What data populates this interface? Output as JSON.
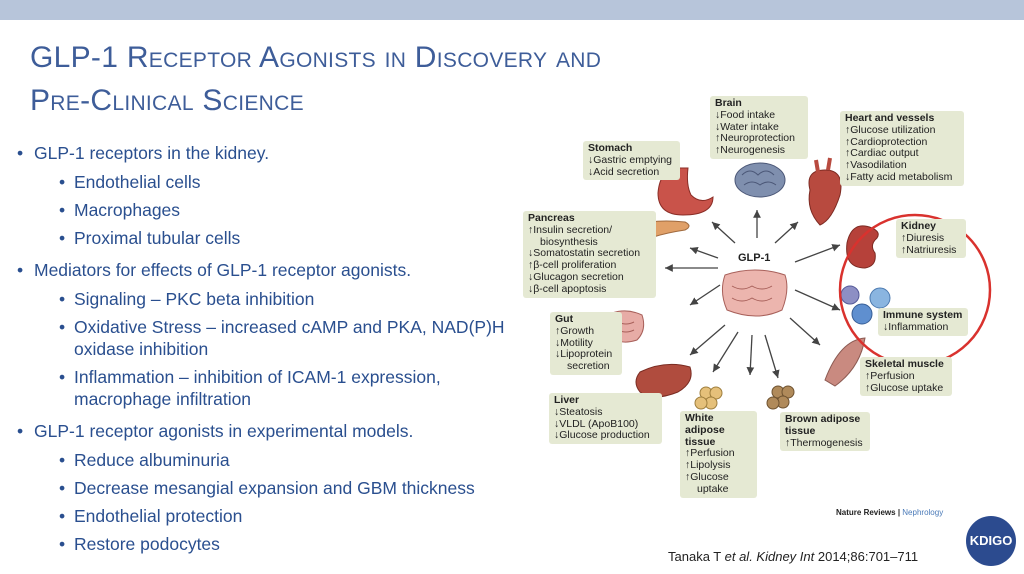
{
  "slide": {
    "title_line1": "GLP-1 Receptor Agonists in Discovery and",
    "title_line2": "Pre-Clinical Science"
  },
  "bullets": [
    {
      "text": "GLP-1 receptors in the kidney.",
      "sub": [
        "Endothelial cells",
        "Macrophages",
        "Proximal tubular cells"
      ]
    },
    {
      "text": "Mediators for effects of GLP-1 receptor agonists.",
      "sub": [
        "Signaling – PKC beta inhibition",
        "Oxidative Stress – increased cAMP and PKA, NAD(P)H oxidase inhibition",
        "Inflammation – inhibition of ICAM-1 expression, macrophage infiltration"
      ]
    },
    {
      "text": "GLP-1 receptor agonists in experimental models.",
      "sub": [
        "Reduce albuminuria",
        "Decrease mesangial expansion and GBM thickness",
        "Endothelial protection",
        "Restore podocytes"
      ]
    }
  ],
  "diagram": {
    "center_label": "GLP-1",
    "organs": {
      "brain": {
        "title": "Brain",
        "lines": [
          "↓Food intake",
          "↓Water intake",
          "↑Neuroprotection",
          "↑Neurogenesis"
        ]
      },
      "heart": {
        "title": "Heart and vessels",
        "lines": [
          "↑Glucose utilization",
          "↑Cardioprotection",
          "↑Cardiac output",
          "↑Vasodilation",
          "↓Fatty acid metabolism"
        ]
      },
      "stomach": {
        "title": "Stomach",
        "lines": [
          "↓Gastric emptying",
          "↓Acid secretion"
        ]
      },
      "pancreas": {
        "title": "Pancreas",
        "lines": [
          "↑Insulin secretion/",
          "  biosynthesis",
          "↓Somatostatin secretion",
          "↑β-cell proliferation",
          "↓Glucagon secretion",
          "↓β-cell apoptosis"
        ]
      },
      "kidney": {
        "title": "Kidney",
        "lines": [
          "↑Diuresis",
          "↑Natriuresis"
        ]
      },
      "immune": {
        "title": "Immune system",
        "lines": [
          "↓Inflammation"
        ]
      },
      "gut": {
        "title": "Gut",
        "lines": [
          "↑Growth",
          "↓Motility",
          "↓Lipoprotein",
          "  secretion"
        ]
      },
      "skeletal": {
        "title": "Skeletal muscle",
        "lines": [
          "↑Perfusion",
          "↑Glucose uptake"
        ]
      },
      "liver": {
        "title": "Liver",
        "lines": [
          "↓Steatosis",
          "↓VLDL (ApoB100)",
          "↓Glucose production"
        ]
      },
      "white_adipose": {
        "title": "White adipose tissue",
        "lines": [
          "↑Perfusion",
          "↑Lipolysis",
          "↑Glucose",
          "  uptake"
        ]
      },
      "brown_adipose": {
        "title": "Brown adipose tissue",
        "lines": [
          "↑Thermogenesis"
        ]
      }
    },
    "credit_journal": "Nature Reviews",
    "credit_section": "Nephrology"
  },
  "citation": {
    "authors": "Tanaka T ",
    "etal": "et al.",
    "journal": " Kidney Int",
    "ref": " 2014;86:701–711"
  },
  "logo_text": "KDIGO",
  "colors": {
    "title": "#3e5d99",
    "bullet_text": "#2a4f8f",
    "topbar": "#b7c5da",
    "box_bg": "#e5e9d3",
    "highlight_circle": "#d9322e"
  }
}
